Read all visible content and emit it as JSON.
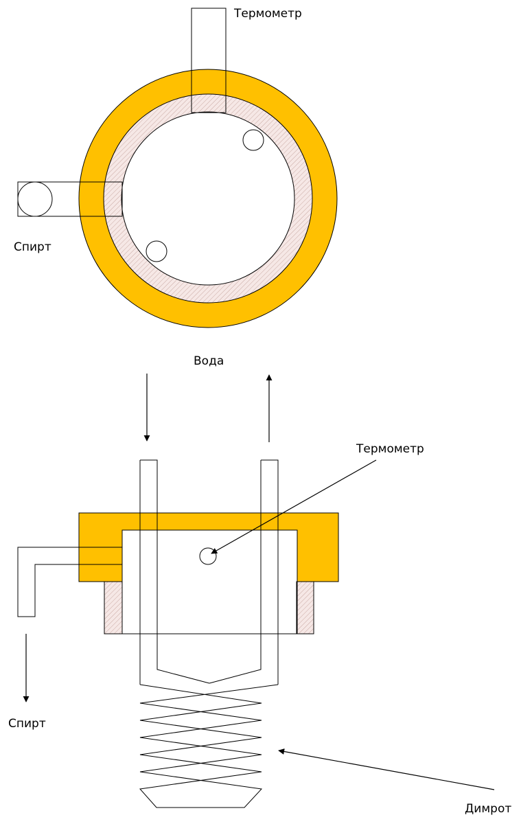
{
  "labels": {
    "top_thermometer": "Термометр",
    "top_alcohol": "Спирт",
    "water": "Вода",
    "bottom_thermometer": "Термометр",
    "bottom_alcohol": "Спирт",
    "condenser": "Димрот"
  },
  "colors": {
    "jacket": "#FFC000",
    "hatch_fill": "#F6E8E6",
    "hatch_stroke": "#C9A9A3",
    "line": "#000000",
    "background": "#FFFFFF"
  }
}
